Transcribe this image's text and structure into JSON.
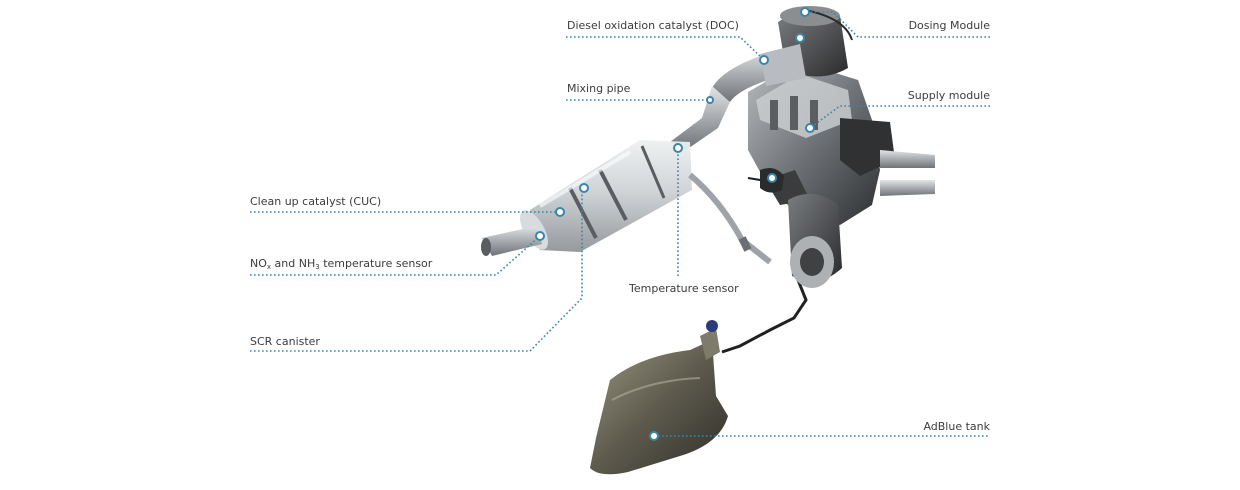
{
  "labels": {
    "doc": "Diesel oxidation catalyst (DOC)",
    "mixing_pipe": "Mixing pipe",
    "dosing_module": "Dosing Module",
    "supply_module": "Supply module",
    "cuc": "Clean up catalyst (CUC)",
    "nox_sensor_a": "NO",
    "nox_sub": "x",
    "nox_sensor_b": " and NH",
    "nh3_sub": "3",
    "nox_sensor_c": " temperature sensor",
    "temp_sensor": "Temperature sensor",
    "scr_canister": "SCR canister",
    "adblue_tank": "AdBlue tank"
  },
  "colors": {
    "leader": "#3a86a8",
    "dot": "#3a86a8",
    "text": "#3c3c3c",
    "metal_dark": "#4a4a4a",
    "metal_mid": "#8d9196",
    "metal_light": "#c7cacd",
    "glass": "#d6dade",
    "tank": "#5d5a4d"
  }
}
